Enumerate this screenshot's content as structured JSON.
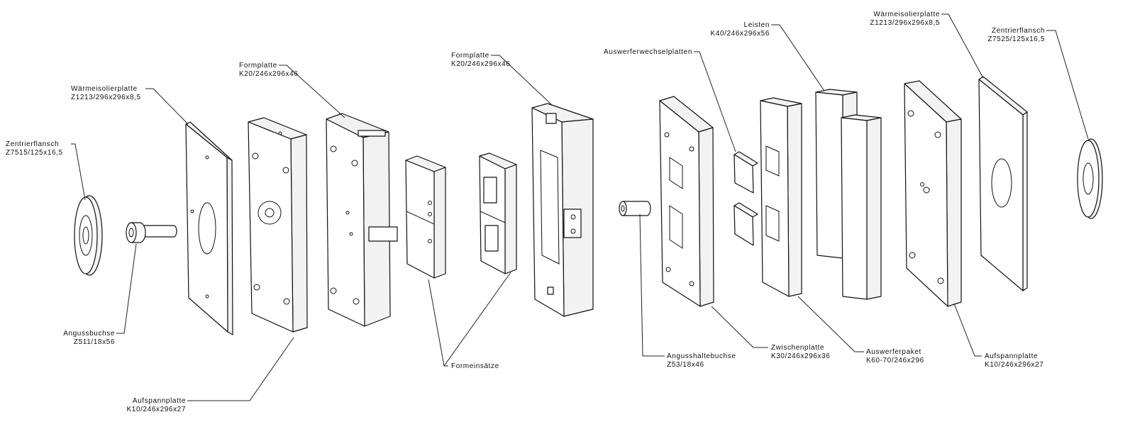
{
  "parts": {
    "zentrierflansch_left": {
      "name": "Zentrierflansch",
      "code": "Z7515/125x16,5"
    },
    "waermeisolierplatte_left": {
      "name": "Wärmeisolierplatte",
      "code": "Z1213/296x296x8,5"
    },
    "formplatte_1": {
      "name": "Formplatte",
      "code": "K20/246x296x46"
    },
    "formplatte_2": {
      "name": "Formplatte",
      "code": "K20/246x296x46"
    },
    "auswerferwechselplatten": {
      "name": "Auswerferwechselplatten"
    },
    "leisten": {
      "name": "Leisten",
      "code": "K40/246x296x56"
    },
    "waermeisolierplatte_right": {
      "name": "Wärmeisolierplatte",
      "code": "Z1213/296x296x8,5"
    },
    "zentrierflansch_right": {
      "name": "Zentrierflansch",
      "code": "Z7525/125x16,5"
    },
    "angussbuchse": {
      "name": "Angussbuchse",
      "code": "Z511/18x56"
    },
    "aufspannplatte_left": {
      "name": "Aufspannplatte",
      "code": "K10/246x296x27"
    },
    "formeinsaetze": {
      "name": "Formeinsätze"
    },
    "angusshaltebuchse": {
      "name": "Angusshaltebuchse",
      "code": "Z53/18x46"
    },
    "zwischenplatte": {
      "name": "Zwischenplatte",
      "code": "K30/246x296x36"
    },
    "auswerferpaket": {
      "name": "Auswerferpaket",
      "code": "K60-70/246x296"
    },
    "aufspannplatte_right": {
      "name": "Aufspannplatte",
      "code": "K10/246x296x27"
    }
  }
}
